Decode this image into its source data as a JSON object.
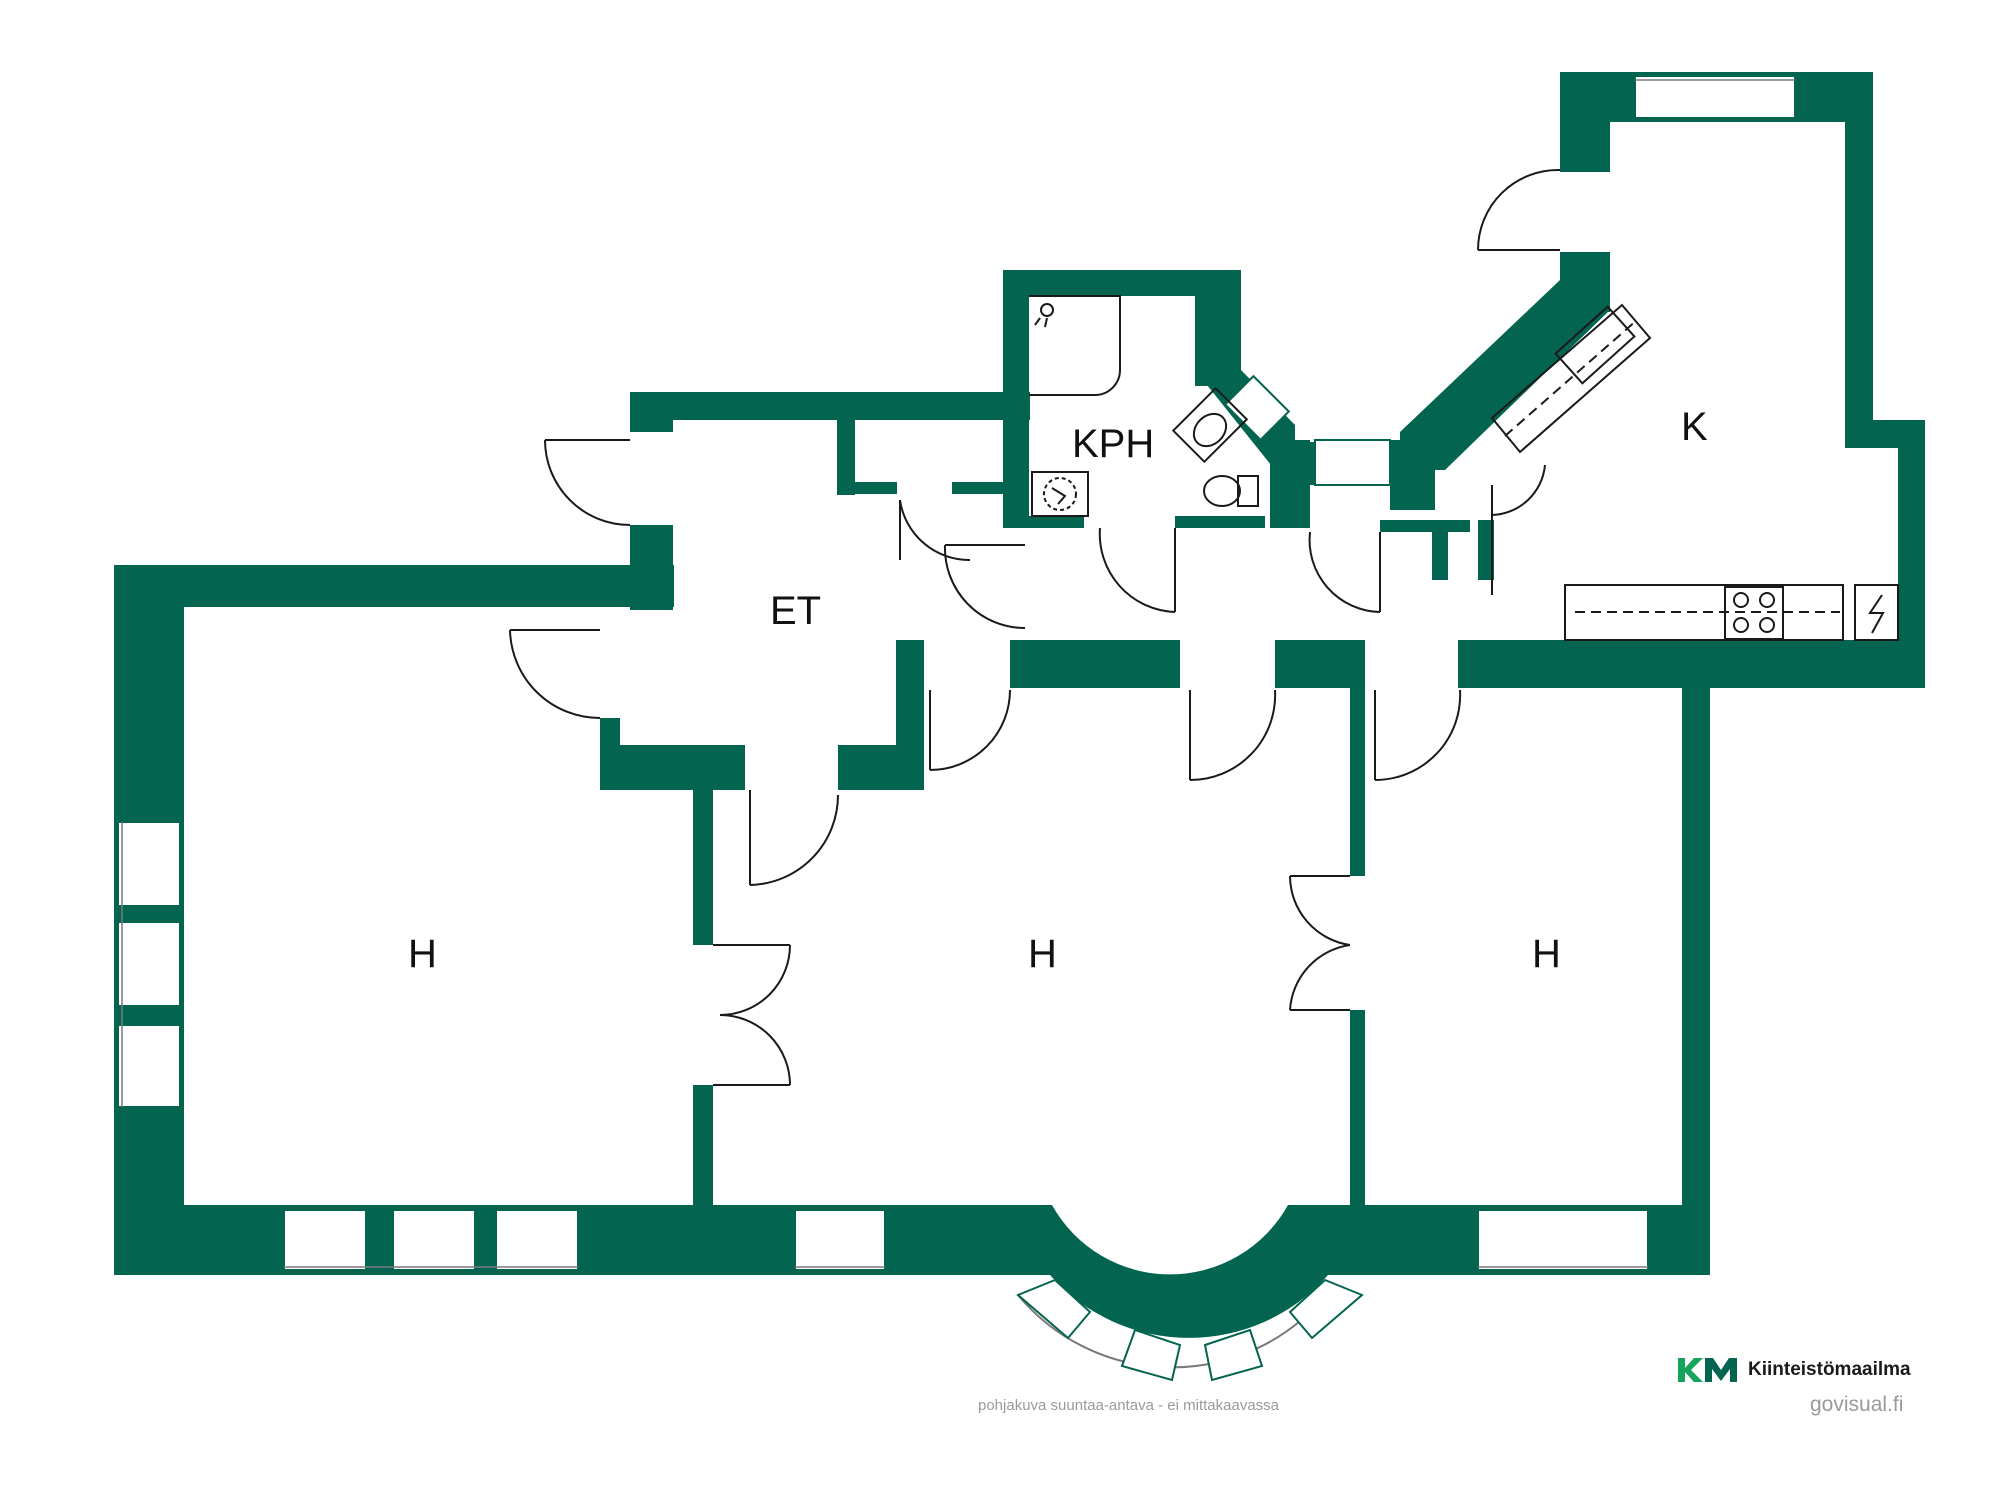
{
  "colors": {
    "wall": "#036450",
    "door": "#1a1a1a",
    "label": "#111111",
    "note": "#9a9a9a",
    "brand_accent": "#16a35a"
  },
  "rooms": {
    "entry": "ET",
    "bathroom": "KPH",
    "kitchen": "K",
    "room_west": "H",
    "room_center": "H",
    "room_east": "H"
  },
  "icons": [
    "shower-icon",
    "sink-icon",
    "toilet-icon",
    "floor-drain-icon",
    "kitchen-sink-icon",
    "stove-icon",
    "electrical-panel-icon"
  ],
  "footer": {
    "note": "pohjakuva suuntaa-antava - ei mittakaavassa",
    "brand_mark": "KM",
    "brand_name": "Kiinteistömaailma",
    "credit": "govisual.fi"
  }
}
